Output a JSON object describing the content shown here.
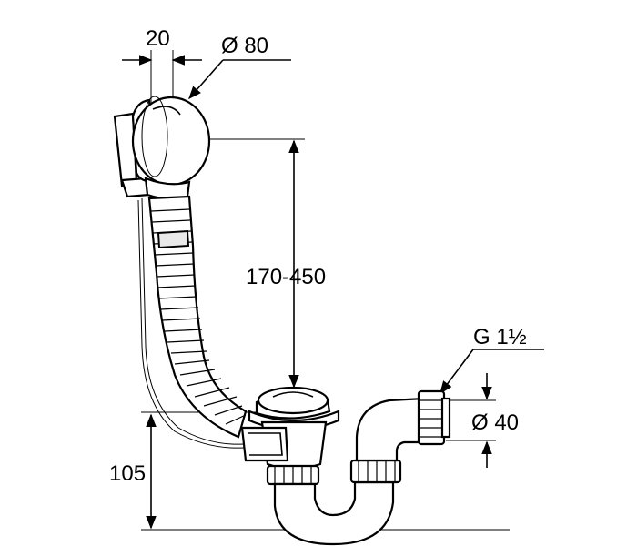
{
  "dimensions": {
    "width_20": "20",
    "diameter_80": "Ø 80",
    "height_range": "170-450",
    "thread": "G 1½",
    "diameter_40": "Ø 40",
    "height_105": "105"
  }
}
